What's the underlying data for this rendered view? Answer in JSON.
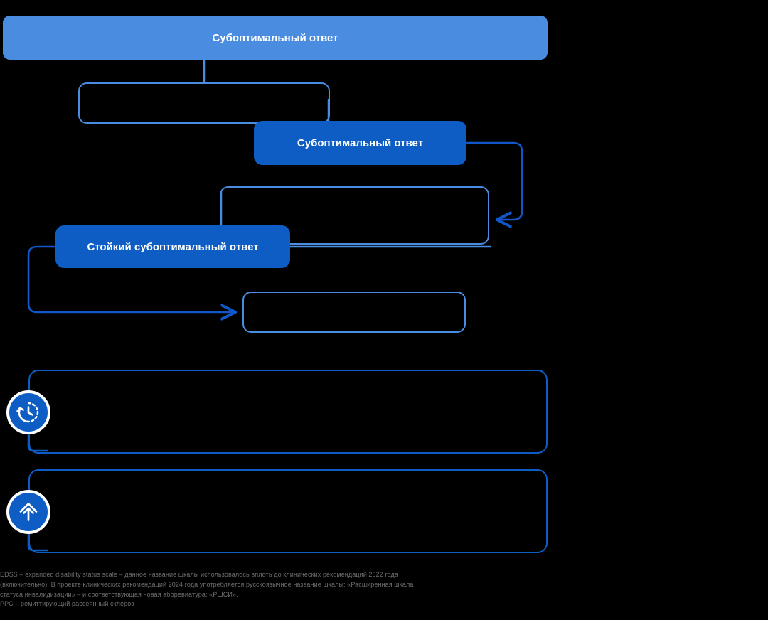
{
  "theme": {
    "background": "#000000",
    "accent_light": "#4a8ce0",
    "accent_dark": "#0d5dc4",
    "text_on_accent": "#ffffff",
    "footnote_color": "#6e6e6e"
  },
  "header": {
    "banner_label": "Субоптимальный ответ"
  },
  "nodes": {
    "top_outline_box": "",
    "suboptimal_pill": "Субоптимальный ответ",
    "mid_outline_box": "",
    "persistent_pill": "Стойкий субоптимальный ответ",
    "lower_outline_box": "",
    "panel_one": "",
    "panel_two": ""
  },
  "badges": [
    {
      "icon": "clock-rotate-icon",
      "label": ""
    },
    {
      "icon": "double-chevron-up-icon",
      "label": ""
    }
  ],
  "footnote": {
    "lines": [
      "EDSS – expanded disability status scale – данное название шкалы использовалось вплоть до клинических рекомендаций 2022 года",
      "(включительно). В проекте клинических рекомендаций 2024 года употребляется русскоязычное название шкалы: «Расширенная шкала",
      "статуса инвалидизации» – и соответствующая новая аббревиатура: «РШСИ».",
      "РРС – ремиттирующий рассеянный склероз"
    ]
  }
}
